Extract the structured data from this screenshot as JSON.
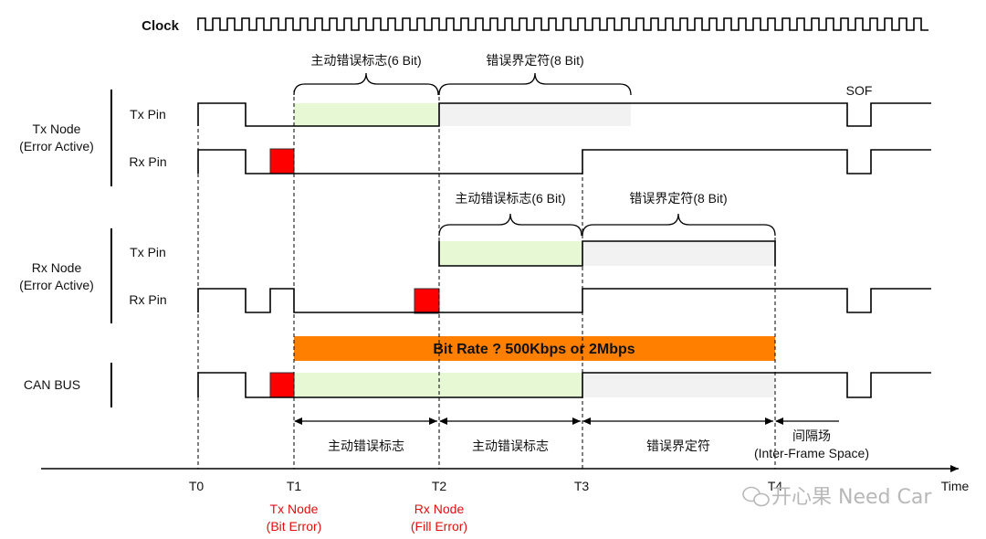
{
  "clock_label": "Clock",
  "groups": {
    "tx_node": {
      "line1": "Tx Node",
      "line2": "(Error Active)"
    },
    "rx_node": {
      "line1": "Rx Node",
      "line2": "(Error Active)"
    },
    "can_bus": "CAN BUS"
  },
  "pins": {
    "tx_node_tx": "Tx Pin",
    "tx_node_rx": "Rx Pin",
    "rx_node_tx": "Tx Pin",
    "rx_node_rx": "Rx Pin"
  },
  "braces": {
    "tx_active_flag": "主动错误标志(6 Bit)",
    "tx_delimiter": "错误界定符(8 Bit)",
    "rx_active_flag": "主动错误标志(6 Bit)",
    "rx_delimiter": "错误界定符(8 Bit)"
  },
  "sof_label": "SOF",
  "bitrate_banner": "Bit Rate ? 500Kbps or 2Mbps",
  "spans": {
    "s1": "主动错误标志",
    "s2": "主动错误标志",
    "s3": "错误界定符",
    "ifs_line1": "间隔场",
    "ifs_line2": "(Inter-Frame Space)"
  },
  "time_axis": {
    "label": "Time",
    "ticks": [
      "T0",
      "T1",
      "T2",
      "T3",
      "T4"
    ]
  },
  "events": {
    "t1": {
      "line1": "Tx Node",
      "line2": "(Bit Error)"
    },
    "t2": {
      "line1": "Rx Node",
      "line2": "(Fill Error)"
    }
  },
  "watermark": "开心果 Need Car",
  "colors": {
    "error_flag_fill": "#e6f9d4",
    "delimiter_fill": "#f2f2f2",
    "error_bit": "#ff0000",
    "banner": "#ff8000",
    "event_text": "#e01010"
  }
}
